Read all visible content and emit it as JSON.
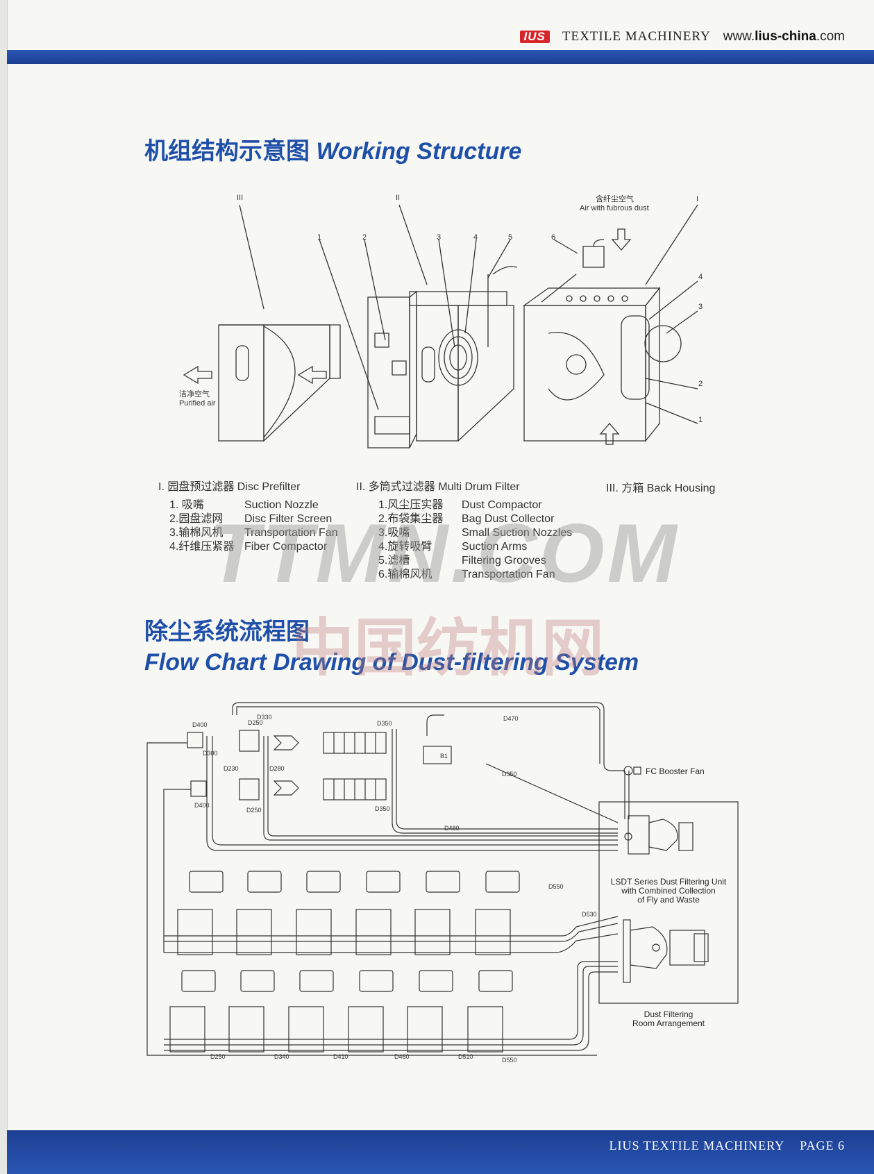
{
  "header": {
    "logo": "IUS",
    "brand": "TEXTILE MACHINERY",
    "site_prefix": "www.",
    "site_bold": "lius-china",
    "site_suffix": ".com"
  },
  "section1": {
    "title_zh": "机组结构示意图",
    "title_en": "Working Structure"
  },
  "diagram1": {
    "roman_labels": [
      "III",
      "II",
      "I"
    ],
    "number_labels_top": [
      "1",
      "2",
      "3",
      "4",
      "5",
      "6"
    ],
    "number_labels_right": [
      "4",
      "3",
      "2",
      "1"
    ],
    "inflow_zh": "含纤尘空气",
    "inflow_en": "Air with fubrous dust",
    "outflow_zh": "洁净空气",
    "outflow_en": "Purified air"
  },
  "legend": {
    "group1": {
      "heading_zh": "I. 园盘预过滤器",
      "heading_en": "Disc Prefilter",
      "items": [
        {
          "zh": "1. 吸嘴",
          "en": "Suction Nozzle"
        },
        {
          "zh": "2.园盘滤网",
          "en": "Disc Filter Screen"
        },
        {
          "zh": "3.输棉风机",
          "en": "Transportation Fan"
        },
        {
          "zh": "4.纤维压紧器",
          "en": "Fiber Compactor"
        }
      ]
    },
    "group2": {
      "heading_zh": "II.   多筒式过滤器",
      "heading_en": "Multi Drum Filter",
      "items": [
        {
          "zh": "1.风尘压实器",
          "en": "Dust Compactor"
        },
        {
          "zh": "2.布袋集尘器",
          "en": "Bag Dust Collector"
        },
        {
          "zh": "3.吸嘴",
          "en": "Small Suction Nozzles"
        },
        {
          "zh": "4.旋转吸臂",
          "en": "Suction Arms"
        },
        {
          "zh": "5.滤槽",
          "en": "Filtering Grooves"
        },
        {
          "zh": "6.输棉风机",
          "en": "Transportation Fan"
        }
      ]
    },
    "group3": {
      "heading": "III.  方箱 Back Housing"
    }
  },
  "section2": {
    "title_zh": "除尘系统流程图",
    "title_en": "Flow Chart Drawing of Dust-filtering System"
  },
  "diagram2": {
    "booster": "FC Booster Fan",
    "unit_line1": "LSDT Series Dust Filtering Unit",
    "unit_line2": "with Combined Collection",
    "unit_line3": "of Fly and Waste",
    "room_line1": "Dust Filtering",
    "room_line2": "Room Arrangement",
    "pipe_labels": [
      "D400",
      "D330",
      "D250",
      "D350",
      "D470",
      "D230",
      "D300",
      "D280",
      "D400",
      "D250",
      "D350",
      "D480",
      "D350",
      "D530",
      "D550",
      "D250",
      "D340",
      "D410",
      "D460",
      "D510",
      "D550",
      "B1"
    ]
  },
  "watermark": {
    "line1": "TTMN.COM",
    "line2": "中国纺机网"
  },
  "footer": {
    "brand": "LIUS TEXTILE MACHINERY",
    "page": "PAGE 6"
  }
}
